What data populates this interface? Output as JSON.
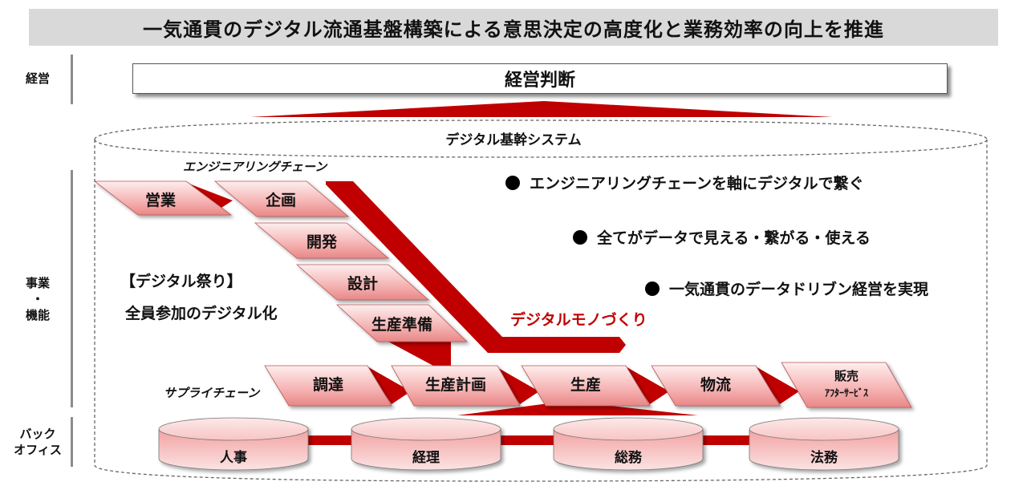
{
  "title": "一気通貫のデジタル流通基盤構築による意思決定の高度化と業務効率の向上を推進",
  "side_labels": {
    "management": "経営",
    "business_line1": "事業",
    "business_line2": "・",
    "business_line3": "機能",
    "back_line1": "バック",
    "back_line2": "オフィス"
  },
  "management_box": "経営判断",
  "system_label": "デジタル基幹システム",
  "engineering_chain_label": "エンジニアリングチェーン",
  "supply_chain_label": "サプライチェーン",
  "engineering_steps": [
    "営業",
    "企画",
    "開発",
    "設計",
    "生産準備"
  ],
  "supply_steps": [
    "調達",
    "生産計画",
    "生産",
    "物流"
  ],
  "supply_last": {
    "line1": "販売",
    "line2": "ｱﾌﾀｰｻｰﾋﾞｽ"
  },
  "back_office": [
    "人事",
    "経理",
    "総務",
    "法務"
  ],
  "festival": {
    "line1": "【デジタル祭り】",
    "line2": "全員参加のデジタル化"
  },
  "bullets": [
    "エンジニアリングチェーンを軸にデジタルで繋ぐ",
    "全てがデータで見える・繋がる・使える",
    "一気通貫のデータドリブン経営を実現"
  ],
  "digital_monozukuri": "デジタルモノづくり",
  "colors": {
    "accent_red": "#c00000",
    "box_fill_light": "#fbe3e3",
    "box_fill_mid": "#f09a9a",
    "title_bg": "#d9d9d9"
  }
}
